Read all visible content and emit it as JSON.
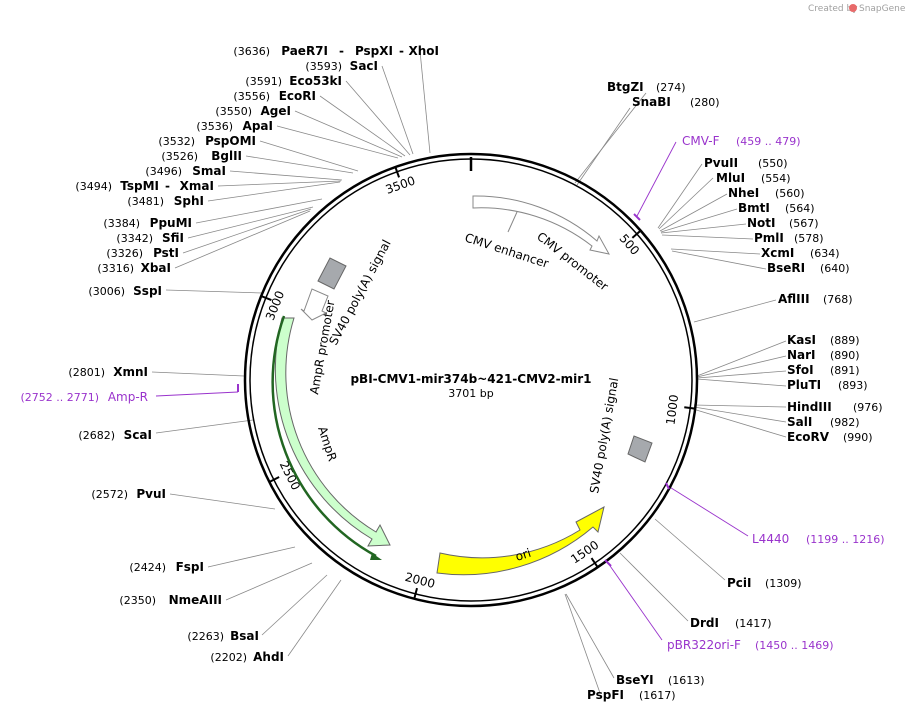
{
  "credit": {
    "prefix": "Created by",
    "brand": "SnapGene",
    "icon": "snapgene-logo-icon"
  },
  "plasmid": {
    "name": "pBI-CMV1-mir374b~421-CMV2-mir1",
    "length_label": "3701 bp",
    "length_bp": 3701
  },
  "ticks": [
    {
      "bp": 500,
      "label": "500"
    },
    {
      "bp": 1000,
      "label": "1000"
    },
    {
      "bp": 1500,
      "label": "1500"
    },
    {
      "bp": 2000,
      "label": "2000"
    },
    {
      "bp": 2500,
      "label": "2500"
    },
    {
      "bp": 3000,
      "label": "3000"
    },
    {
      "bp": 3500,
      "label": "3500"
    }
  ],
  "sites": [
    {
      "name": "BtgZI",
      "pos": "(274)"
    },
    {
      "name": "SnaBI",
      "pos": "(280)"
    },
    {
      "name": "PvuII",
      "pos": "(550)"
    },
    {
      "name": "MluI",
      "pos": "(554)"
    },
    {
      "name": "NheI",
      "pos": "(560)"
    },
    {
      "name": "BmtI",
      "pos": "(564)"
    },
    {
      "name": "NotI",
      "pos": "(567)"
    },
    {
      "name": "PmlI",
      "pos": "(578)"
    },
    {
      "name": "XcmI",
      "pos": "(634)"
    },
    {
      "name": "BseRI",
      "pos": "(640)"
    },
    {
      "name": "AflIII",
      "pos": "(768)"
    },
    {
      "name": "KasI",
      "pos": "(889)"
    },
    {
      "name": "NarI",
      "pos": "(890)"
    },
    {
      "name": "SfoI",
      "pos": "(891)"
    },
    {
      "name": "PluTI",
      "pos": "(893)"
    },
    {
      "name": "HindIII",
      "pos": "(976)"
    },
    {
      "name": "SalI",
      "pos": "(982)"
    },
    {
      "name": "EcoRV",
      "pos": "(990)"
    },
    {
      "name": "PciI",
      "pos": "(1309)"
    },
    {
      "name": "DrdI",
      "pos": "(1417)"
    },
    {
      "name": "BseYI",
      "pos": "(1613)"
    },
    {
      "name": "PspFI",
      "pos": "(1617)"
    },
    {
      "name": "AhdI",
      "pos": "(2202)"
    },
    {
      "name": "BsaI",
      "pos": "(2263)"
    },
    {
      "name": "NmeAIII",
      "pos": "(2350)"
    },
    {
      "name": "FspI",
      "pos": "(2424)"
    },
    {
      "name": "PvuI",
      "pos": "(2572)"
    },
    {
      "name": "ScaI",
      "pos": "(2682)"
    },
    {
      "name": "XmnI",
      "pos": "(2801)"
    },
    {
      "name": "SspI",
      "pos": "(3006)"
    },
    {
      "name": "XbaI",
      "pos": "(3316)"
    },
    {
      "name": "PstI",
      "pos": "(3326)"
    },
    {
      "name": "SfiI",
      "pos": "(3342)"
    },
    {
      "name": "PpuMI",
      "pos": "(3384)"
    },
    {
      "name": "SphI",
      "pos": "(3481)"
    },
    {
      "name": "TspMI",
      "name2": "XmaI",
      "pos": "(3494)"
    },
    {
      "name": "SmaI",
      "pos": "(3496)"
    },
    {
      "name": "BglII",
      "pos": "(3526)"
    },
    {
      "name": "PspOMI",
      "pos": "(3532)"
    },
    {
      "name": "ApaI",
      "pos": "(3536)"
    },
    {
      "name": "AgeI",
      "pos": "(3550)"
    },
    {
      "name": "EcoRI",
      "pos": "(3556)"
    },
    {
      "name": "Eco53kI",
      "pos": "(3591)"
    },
    {
      "name": "SacI",
      "pos": "(3593)"
    },
    {
      "name": "PaeR7I",
      "name2": "PspXI",
      "name3": "XhoI",
      "pos": "(3636)"
    }
  ],
  "primers": [
    {
      "name": "CMV-F",
      "range": "(459 .. 479)"
    },
    {
      "name": "L4440",
      "range": "(1199 .. 1216)"
    },
    {
      "name": "pBR322ori-F",
      "range": "(1450 .. 1469)"
    },
    {
      "name": "Amp-R",
      "range": "(2752 .. 2771)"
    }
  ],
  "features": [
    {
      "name": "CMV enhancer",
      "color": "#ffffff"
    },
    {
      "name": "CMV promoter",
      "color": "#ffffff"
    },
    {
      "name": "SV40 poly(A) signal",
      "color": "#a6a9ad"
    },
    {
      "name": "ori",
      "color": "#ffff00"
    },
    {
      "name": "AmpR",
      "color": "#ccffcc"
    },
    {
      "name": "AmpR promoter",
      "color": "#ffffff"
    },
    {
      "name": "SV40 poly(A) signal",
      "color": "#a6a9ad"
    }
  ],
  "colors": {
    "primer": "#9933cc",
    "ring": "#000000",
    "leader": "#888888"
  }
}
